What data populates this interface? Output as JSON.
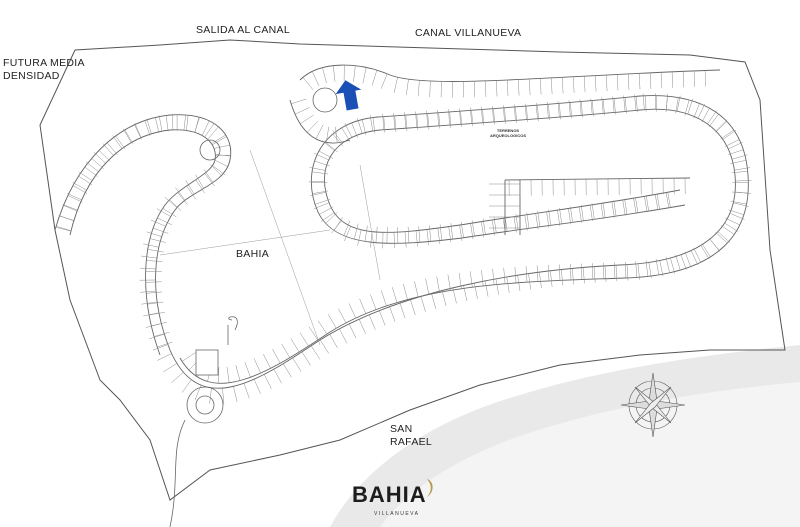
{
  "labels": {
    "salida": "SALIDA AL CANAL",
    "canal": "CANAL VILLANUEVA",
    "futura": "FUTURA MEDIA\nDENSIDAD",
    "bahia": "BAHIA",
    "san_rafael": "SAN\nRAFAEL"
  },
  "small_tag": "TERRENOS ARQUEOLOGICOS",
  "logo": {
    "name": "BAHIA",
    "sub": "VILLANUEVA"
  },
  "colors": {
    "marker": "#1a4fb5",
    "line": "#555555",
    "lot": "#777777",
    "grey_band": "#e6e6e6",
    "gold": "#b89a52"
  },
  "icons": [
    "location-marker-arrow-icon",
    "compass-rose-icon"
  ]
}
